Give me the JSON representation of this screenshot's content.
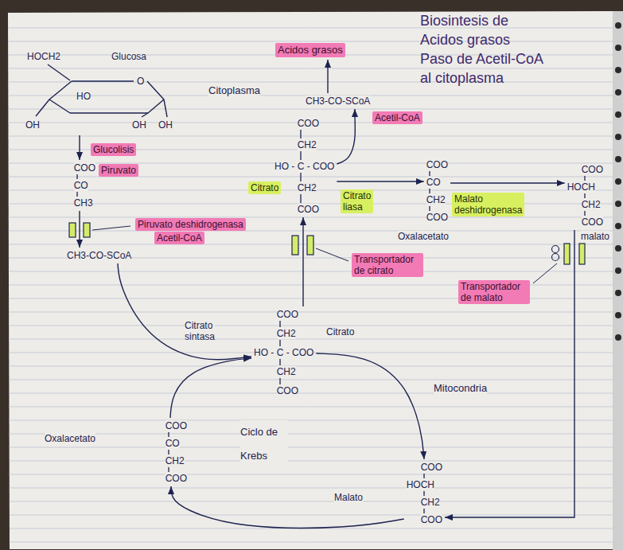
{
  "diagram": {
    "title": "Biosintesis de Acidos grasos Paso de Acetil-CoA al citoplasma",
    "nodes": [
      {
        "text": [
          "HOCH2",
          "Glucosa",
          "O",
          "HO",
          "OH",
          "OH",
          "OH"
        ]
      },
      {
        "text": [
          "Glucolisis"
        ]
      },
      {
        "text": [
          "COO",
          "CO",
          "CH3"
        ]
      },
      {
        "text": [
          "Piruvato"
        ]
      },
      {
        "text": [
          "Acidos grasos"
        ]
      },
      {
        "text": [
          "CH3-CO-SCoA"
        ]
      },
      {
        "text": [
          "Acetil-CoA"
        ]
      },
      {
        "text": [
          "Piruvato deshidrogenasa",
          "Acetil-CoA"
        ]
      },
      {
        "text": [
          "CH3-CO-SCoA"
        ]
      },
      {
        "text": [
          "COO",
          "CH2",
          "HO - C - COO",
          "CH2",
          "COO"
        ]
      },
      {
        "text": [
          "Citrato"
        ]
      },
      {
        "text": [
          "Citrato liasa"
        ]
      },
      {
        "text": [
          "COO",
          "CO",
          "CH2",
          "COO"
        ]
      },
      {
        "text": [
          "Malato deshidrogenasa"
        ]
      },
      {
        "text": [
          "COO",
          "HOCH",
          "CH2",
          "COO"
        ]
      },
      {
        "text": [
          "Transportador de citrato"
        ]
      },
      {
        "text": [
          "Transportador de malato"
        ]
      },
      {
        "text": [
          "COO",
          "CH2",
          "HO - C - COO",
          "CH2",
          "COO"
        ]
      },
      {
        "text": [
          "COO",
          "CO",
          "CH2",
          "COO"
        ]
      },
      {
        "text": [
          "COO",
          "HOCH",
          "CH2",
          "COO"
        ]
      }
    ],
    "edges": [
      {
        "from": 0,
        "to": 2,
        "arrow": "to"
      },
      {
        "from": 2,
        "to": 8,
        "arrow": "to"
      },
      {
        "from": 8,
        "to": 17,
        "arrow": "to"
      },
      {
        "from": 18,
        "to": 17,
        "arrow": "to"
      },
      {
        "from": 17,
        "to": 9,
        "arrow": "to"
      },
      {
        "from": 9,
        "to": 5,
        "arrow": "to"
      },
      {
        "from": 5,
        "to": 4,
        "arrow": "to"
      },
      {
        "from": 9,
        "to": 12,
        "arrow": "to"
      },
      {
        "from": 12,
        "to": 14,
        "arrow": "to"
      },
      {
        "from": 14,
        "to": 19,
        "arrow": "to"
      },
      {
        "from": 17,
        "to": 19,
        "arrow": "to"
      },
      {
        "from": 19,
        "to": 18,
        "arrow": "to"
      }
    ],
    "labels": [
      "Citoplasma",
      "Oxalacetato",
      "malato",
      "Citrato",
      "Citrato sintasa",
      "Mitocondria",
      "Oxalacetato",
      "Ciclo de Krebs",
      "Malato"
    ]
  }
}
